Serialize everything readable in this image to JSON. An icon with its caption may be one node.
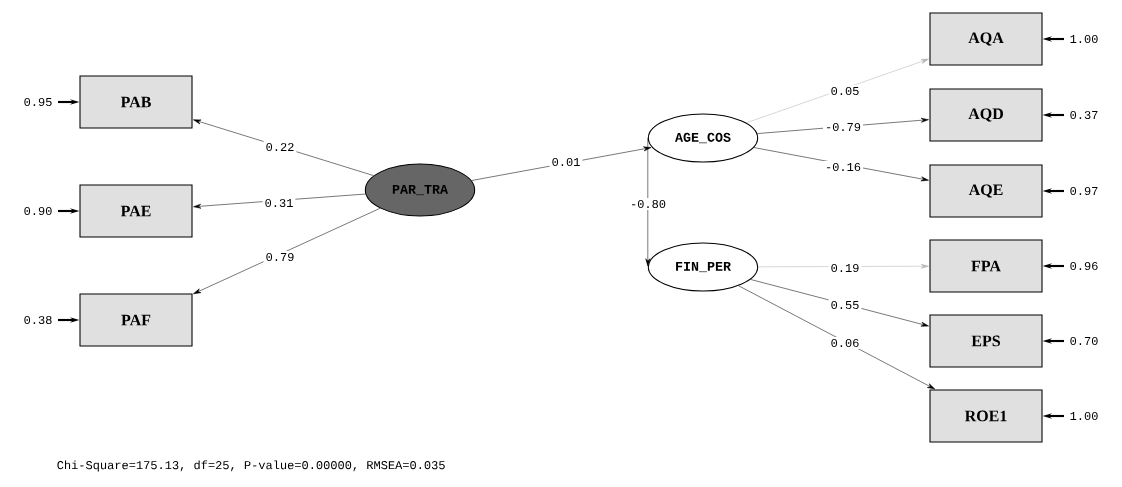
{
  "diagram": {
    "caption": "Chi-Square=175.13, df=25, P-value=0.00000, RMSEA=0.035",
    "nodes": [
      {
        "text": [
          "PAB"
        ]
      },
      {
        "text": [
          "PAE"
        ]
      },
      {
        "text": [
          "PAF"
        ]
      },
      {
        "text": [
          "PAR_TRA"
        ]
      },
      {
        "text": [
          "AGE_COS"
        ]
      },
      {
        "text": [
          "FIN_PER"
        ]
      },
      {
        "text": [
          "AQA"
        ]
      },
      {
        "text": [
          "AQD"
        ]
      },
      {
        "text": [
          "AQE"
        ]
      },
      {
        "text": [
          "FPA"
        ]
      },
      {
        "text": [
          "EPS"
        ]
      },
      {
        "text": [
          "ROE1"
        ]
      }
    ],
    "edges": [
      {
        "from": 3,
        "to": 0,
        "arrow": "to",
        "label": "0.22"
      },
      {
        "from": 3,
        "to": 1,
        "arrow": "to",
        "label": "0.31"
      },
      {
        "from": 3,
        "to": 2,
        "arrow": "to",
        "label": "0.79"
      },
      {
        "from": 3,
        "to": 4,
        "arrow": "to",
        "label": "0.01"
      },
      {
        "from": 4,
        "to": 5,
        "arrow": "to",
        "label": "-0.80"
      },
      {
        "from": 4,
        "to": 6,
        "arrow": "to",
        "label": "0.05",
        "color": "#b4b4b4"
      },
      {
        "from": 4,
        "to": 7,
        "arrow": "to",
        "label": "-0.79"
      },
      {
        "from": 4,
        "to": 8,
        "arrow": "to",
        "label": "-0.16"
      },
      {
        "from": 5,
        "to": 9,
        "arrow": "to",
        "label": "0.19",
        "color": "#b4b4b4"
      },
      {
        "from": 5,
        "to": 10,
        "arrow": "to",
        "label": "0.55"
      },
      {
        "from": 5,
        "to": 11,
        "arrow": "to",
        "label": "0.06"
      },
      {
        "from": null,
        "to": 0,
        "arrow": "to",
        "label": "0.95"
      },
      {
        "from": null,
        "to": 1,
        "arrow": "to",
        "label": "0.90"
      },
      {
        "from": null,
        "to": 2,
        "arrow": "to",
        "label": "0.38"
      },
      {
        "from": null,
        "to": 6,
        "arrow": "to",
        "label": "1.00"
      },
      {
        "from": null,
        "to": 7,
        "arrow": "to",
        "label": "0.37"
      },
      {
        "from": null,
        "to": 8,
        "arrow": "to",
        "label": "0.97"
      },
      {
        "from": null,
        "to": 9,
        "arrow": "to",
        "label": "0.96"
      },
      {
        "from": null,
        "to": 10,
        "arrow": "to",
        "label": "0.70"
      },
      {
        "from": null,
        "to": 11,
        "arrow": "to",
        "label": "1.00"
      }
    ]
  }
}
